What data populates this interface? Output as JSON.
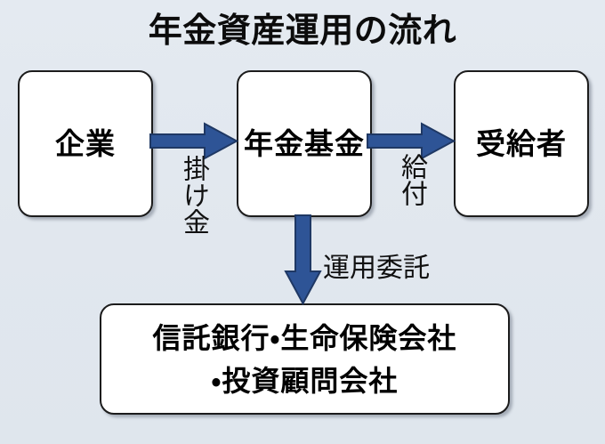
{
  "diagram": {
    "title": "年金資産運用の流れ",
    "background_color": "#e3e9f0",
    "accent_color": "#2e5496",
    "accent_border_color": "#1f3864",
    "box_fill_color": "#ffffff",
    "box_border_color": "#1c1c1c",
    "text_color": "#000000",
    "nodes": [
      {
        "id": "company",
        "label": "企業"
      },
      {
        "id": "fund",
        "label": "年金基金"
      },
      {
        "id": "recipient",
        "label": "受給者"
      },
      {
        "id": "managers",
        "label": "信託銀行・生命保険会社\n・投資顧問会社"
      }
    ],
    "edges": [
      {
        "id": "contribution",
        "label": "掛け金",
        "from": "company",
        "to": "fund",
        "direction": "right",
        "orientation": "vertical-text"
      },
      {
        "id": "benefit",
        "label": "給付",
        "from": "fund",
        "to": "recipient",
        "direction": "right",
        "orientation": "vertical-text"
      },
      {
        "id": "entrustment",
        "label": "運用委託",
        "from": "fund",
        "to": "managers",
        "direction": "down",
        "orientation": "horizontal-text"
      }
    ]
  }
}
